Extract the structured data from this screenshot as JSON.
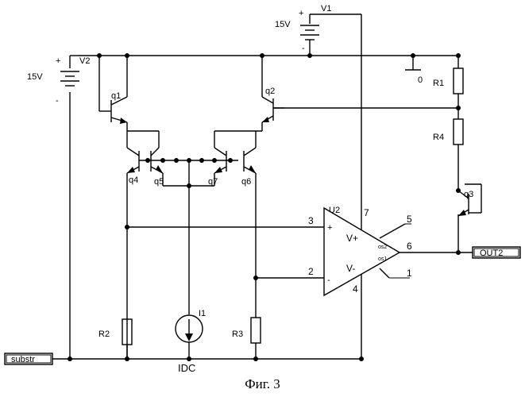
{
  "sources": {
    "v1": {
      "name": "V1",
      "voltage": "15V",
      "plus": "+",
      "minus": "-"
    },
    "v2": {
      "name": "V2",
      "voltage": "15V",
      "plus": "+",
      "minus": "-"
    },
    "i1": {
      "name": "I1",
      "type": "IDC"
    }
  },
  "transistors": [
    "q1",
    "q2",
    "q3",
    "q4",
    "q5",
    "q6",
    "q7"
  ],
  "resistors": [
    "R1",
    "R2",
    "R3",
    "R4"
  ],
  "opamp": {
    "name": "U2",
    "in_plus": "+",
    "in_minus": "-",
    "vplus": "V+",
    "vminus": "V-",
    "os2": "os2",
    "os1": "os1",
    "pins": {
      "p1": "1",
      "p2": "2",
      "p3": "3",
      "p4": "4",
      "p5": "5",
      "p6": "6",
      "p7": "7"
    }
  },
  "ground": "0",
  "ports": {
    "output": "OUT2",
    "substrate": "substr"
  },
  "caption": "Фиг. 3"
}
